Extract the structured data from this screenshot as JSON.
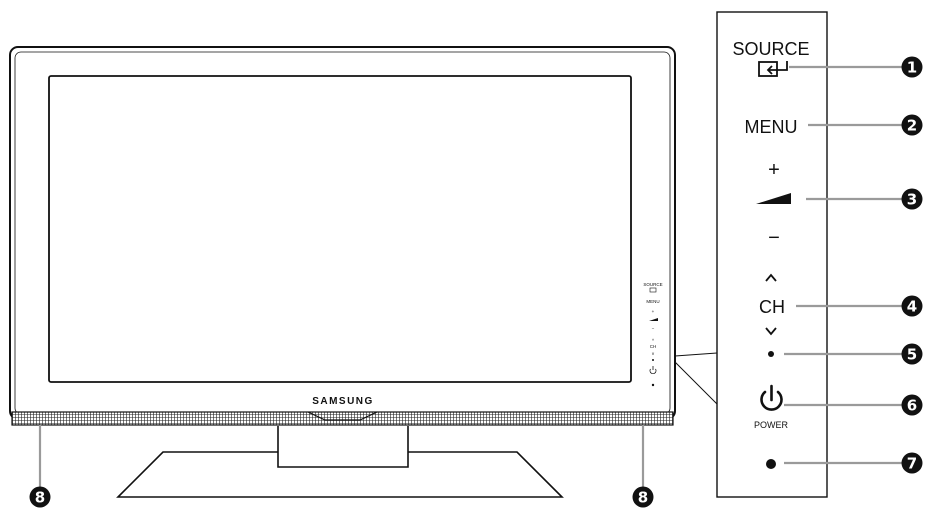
{
  "tv": {
    "brand": "SAMSUNG",
    "mini_labels": {
      "source": "SOURCE",
      "menu": "MENU",
      "plus": "+",
      "minus": "−",
      "up": "^",
      "ch": "CH",
      "down": "v"
    }
  },
  "panel": {
    "source_label": "SOURCE",
    "menu_label": "MENU",
    "vol_plus": "+",
    "vol_minus": "−",
    "ch_label": "CH",
    "power_label": "POWER"
  },
  "callouts": {
    "c1": "1",
    "c2": "2",
    "c3": "3",
    "c4": "4",
    "c5": "5",
    "c6": "6",
    "c7": "7",
    "c8_left": "8",
    "c8_right": "8"
  },
  "icons": {
    "source": "source-input-icon",
    "volume": "volume-wedge-icon",
    "ch_up": "chevron-up-icon",
    "ch_down": "chevron-down-icon",
    "power": "power-icon",
    "sensor": "remote-sensor-dot",
    "led": "power-indicator-led"
  }
}
